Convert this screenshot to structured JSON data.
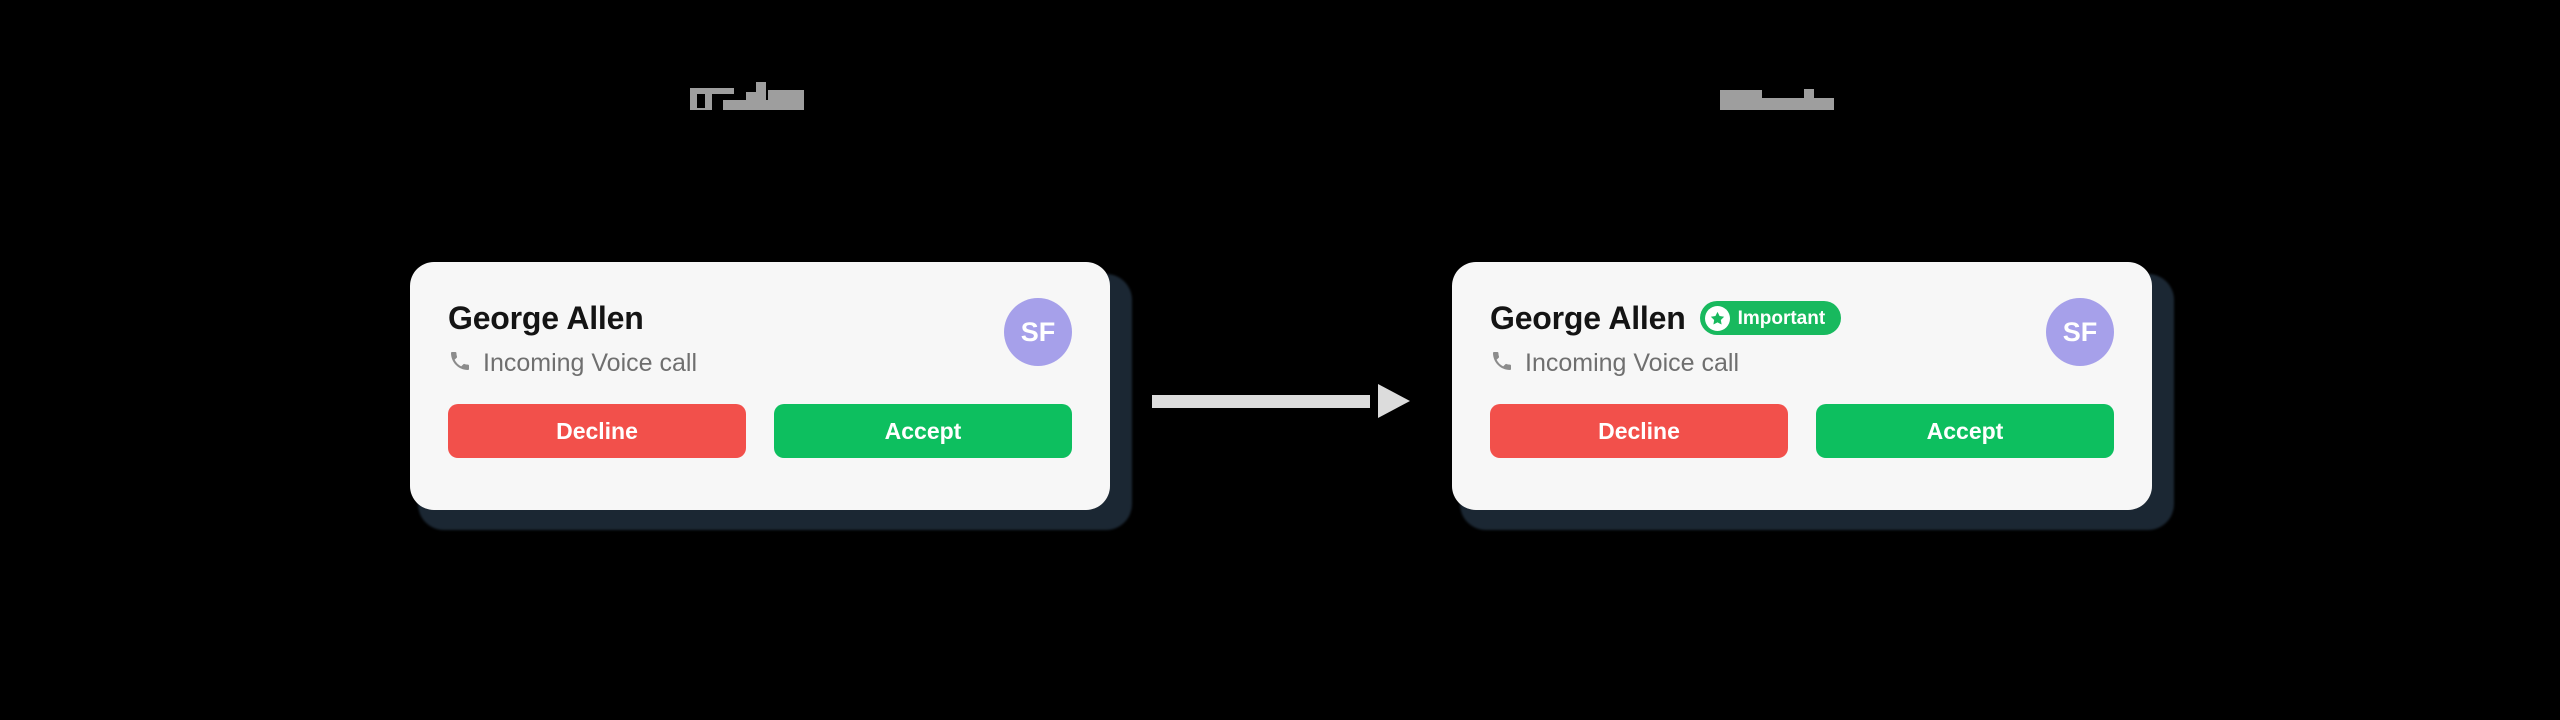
{
  "background_color": "#000000",
  "labels": {
    "left": {
      "name": "left-variant-label",
      "text": "",
      "state": "redacted",
      "color": "#9e9e9e"
    },
    "right": {
      "name": "right-variant-label",
      "text": "",
      "state": "redacted",
      "color": "#9e9e9e"
    }
  },
  "arrow": {
    "name": "flow-arrow",
    "direction": "right",
    "color": "#dcdcdc"
  },
  "cards": {
    "left": {
      "caller_name": "George Allen",
      "subtitle": "Incoming Voice call",
      "phone_icon": "phone-handset-icon",
      "avatar": {
        "initials": "SF",
        "color": "#a6a0ea",
        "text_color": "#ffffff"
      },
      "badge": null,
      "buttons": {
        "decline": "Decline",
        "accept": "Accept"
      },
      "colors": {
        "surface": "#f7f7f7",
        "shadow": "#1b2733",
        "decline": "#f2504b",
        "accept": "#0dbf5f",
        "title": "#141414",
        "subtitle": "#6f6f6f"
      }
    },
    "right": {
      "caller_name": "George Allen",
      "subtitle": "Incoming Voice call",
      "phone_icon": "phone-handset-icon",
      "avatar": {
        "initials": "SF",
        "color": "#a6a0ea",
        "text_color": "#ffffff"
      },
      "badge": {
        "label": "Important",
        "icon": "star-badge-icon",
        "background": "#18b95e",
        "text_color": "#ffffff"
      },
      "buttons": {
        "decline": "Decline",
        "accept": "Accept"
      },
      "colors": {
        "surface": "#f7f7f7",
        "shadow": "#1b2733",
        "decline": "#f2504b",
        "accept": "#0dbf5f",
        "title": "#141414",
        "subtitle": "#6f6f6f"
      }
    }
  }
}
